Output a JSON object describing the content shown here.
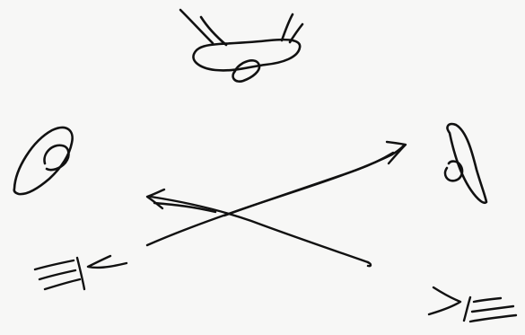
{
  "image": {
    "background_color": "#f7f7f6",
    "ink_color": "#111111",
    "shapes": [
      "top-sketched-shape",
      "left-sketched-shape",
      "right-sketched-shape",
      "crossing-arrow-left",
      "crossing-arrow-right",
      "bottom-left-scribble",
      "bottom-right-scribble"
    ]
  }
}
